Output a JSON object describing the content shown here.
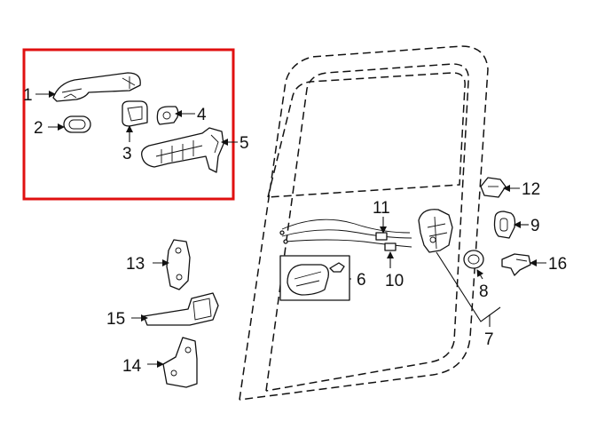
{
  "colors": {
    "highlight_box": "#e01010",
    "linework": "#111111",
    "background": "#ffffff"
  },
  "callouts": {
    "c1": "1",
    "c2": "2",
    "c3": "3",
    "c4": "4",
    "c5": "5",
    "c6": "6",
    "c7": "7",
    "c8": "8",
    "c9": "9",
    "c10": "10",
    "c11": "11",
    "c12": "12",
    "c13": "13",
    "c14": "14",
    "c15": "15",
    "c16": "16"
  }
}
